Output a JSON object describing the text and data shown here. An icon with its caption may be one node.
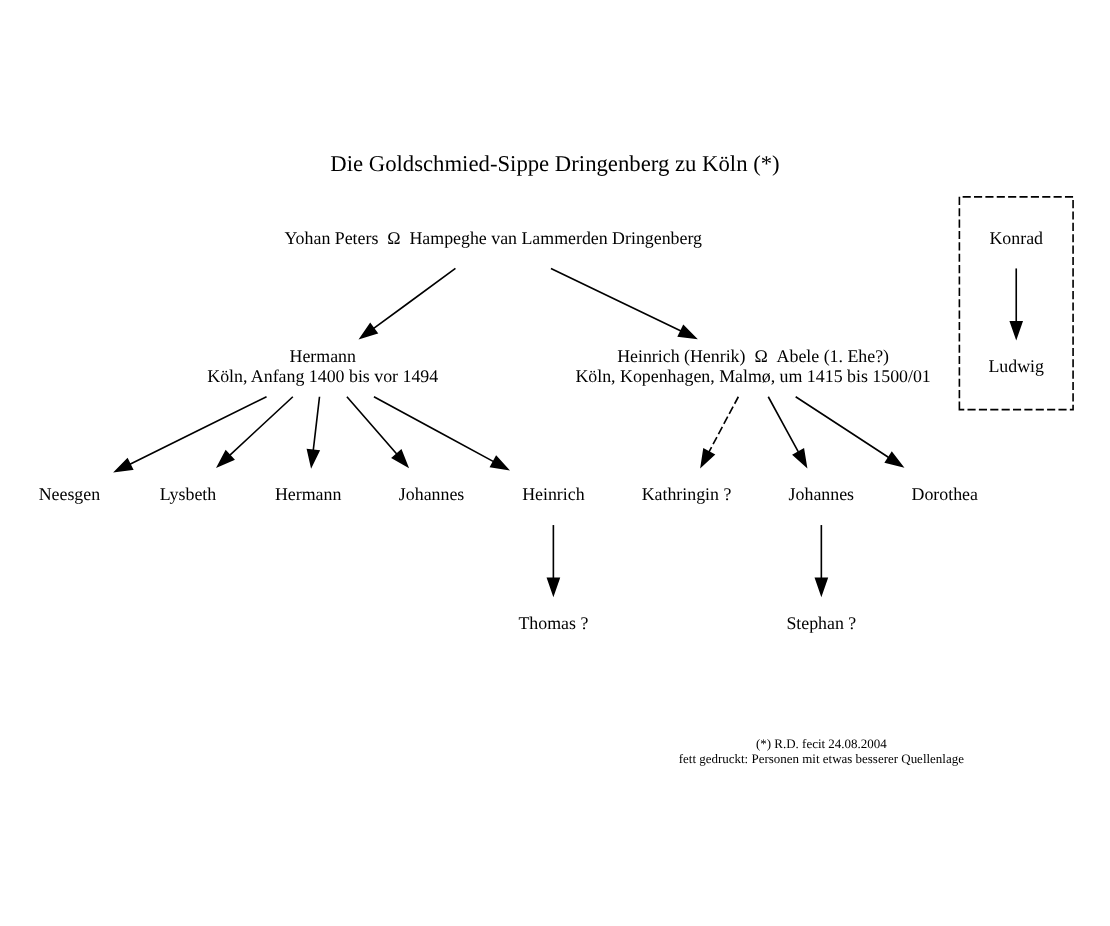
{
  "diagram": {
    "title": "Die Goldschmied-Sippe Dringenberg zu Köln (*)",
    "nodes": [
      {
        "text": [
          "Yohan Peters  Ω  Hampeghe van Lammerden Dringenberg"
        ]
      },
      {
        "text": [
          "Hermann",
          "Köln, Anfang 1400 bis vor 1494"
        ]
      },
      {
        "text": [
          "Heinrich (Henrik)  Ω  Abele (1. Ehe?)",
          "Köln, Kopenhagen, Malmø, um 1415 bis 1500/01"
        ]
      },
      {
        "text": [
          "Neesgen"
        ]
      },
      {
        "text": [
          "Lysbeth"
        ]
      },
      {
        "text": [
          "Hermann"
        ]
      },
      {
        "text": [
          "Johannes"
        ]
      },
      {
        "text": [
          "Heinrich"
        ]
      },
      {
        "text": [
          "Kathringin ?"
        ]
      },
      {
        "text": [
          "Johannes"
        ]
      },
      {
        "text": [
          "Dorothea"
        ]
      },
      {
        "text": [],
        "shape": "box"
      },
      {
        "text": [
          "Konrad"
        ],
        "in": 11
      },
      {
        "text": [
          "Ludwig"
        ],
        "in": 11
      },
      {
        "text": [
          "Thomas ?"
        ]
      },
      {
        "text": [
          "Stephan ?"
        ]
      }
    ],
    "edges": [
      {
        "from": 0,
        "to": 1,
        "arrow": "to"
      },
      {
        "from": 0,
        "to": 2,
        "arrow": "to"
      },
      {
        "from": 1,
        "to": 3,
        "arrow": "to"
      },
      {
        "from": 1,
        "to": 4,
        "arrow": "to"
      },
      {
        "from": 1,
        "to": 5,
        "arrow": "to"
      },
      {
        "from": 1,
        "to": 6,
        "arrow": "to"
      },
      {
        "from": 1,
        "to": 7,
        "arrow": "to"
      },
      {
        "from": 2,
        "to": 8,
        "arrow": "to",
        "style": "dashed"
      },
      {
        "from": 2,
        "to": 9,
        "arrow": "to"
      },
      {
        "from": 2,
        "to": 10,
        "arrow": "to"
      },
      {
        "from": 12,
        "to": 13,
        "arrow": "to"
      },
      {
        "from": 7,
        "to": 14,
        "arrow": "to"
      },
      {
        "from": 9,
        "to": 15,
        "arrow": "to"
      }
    ],
    "labels": [
      "(*) R.D. fecit 24.08.2004",
      "fett gedruckt: Personen mit etwas besserer Quellenlage"
    ]
  }
}
